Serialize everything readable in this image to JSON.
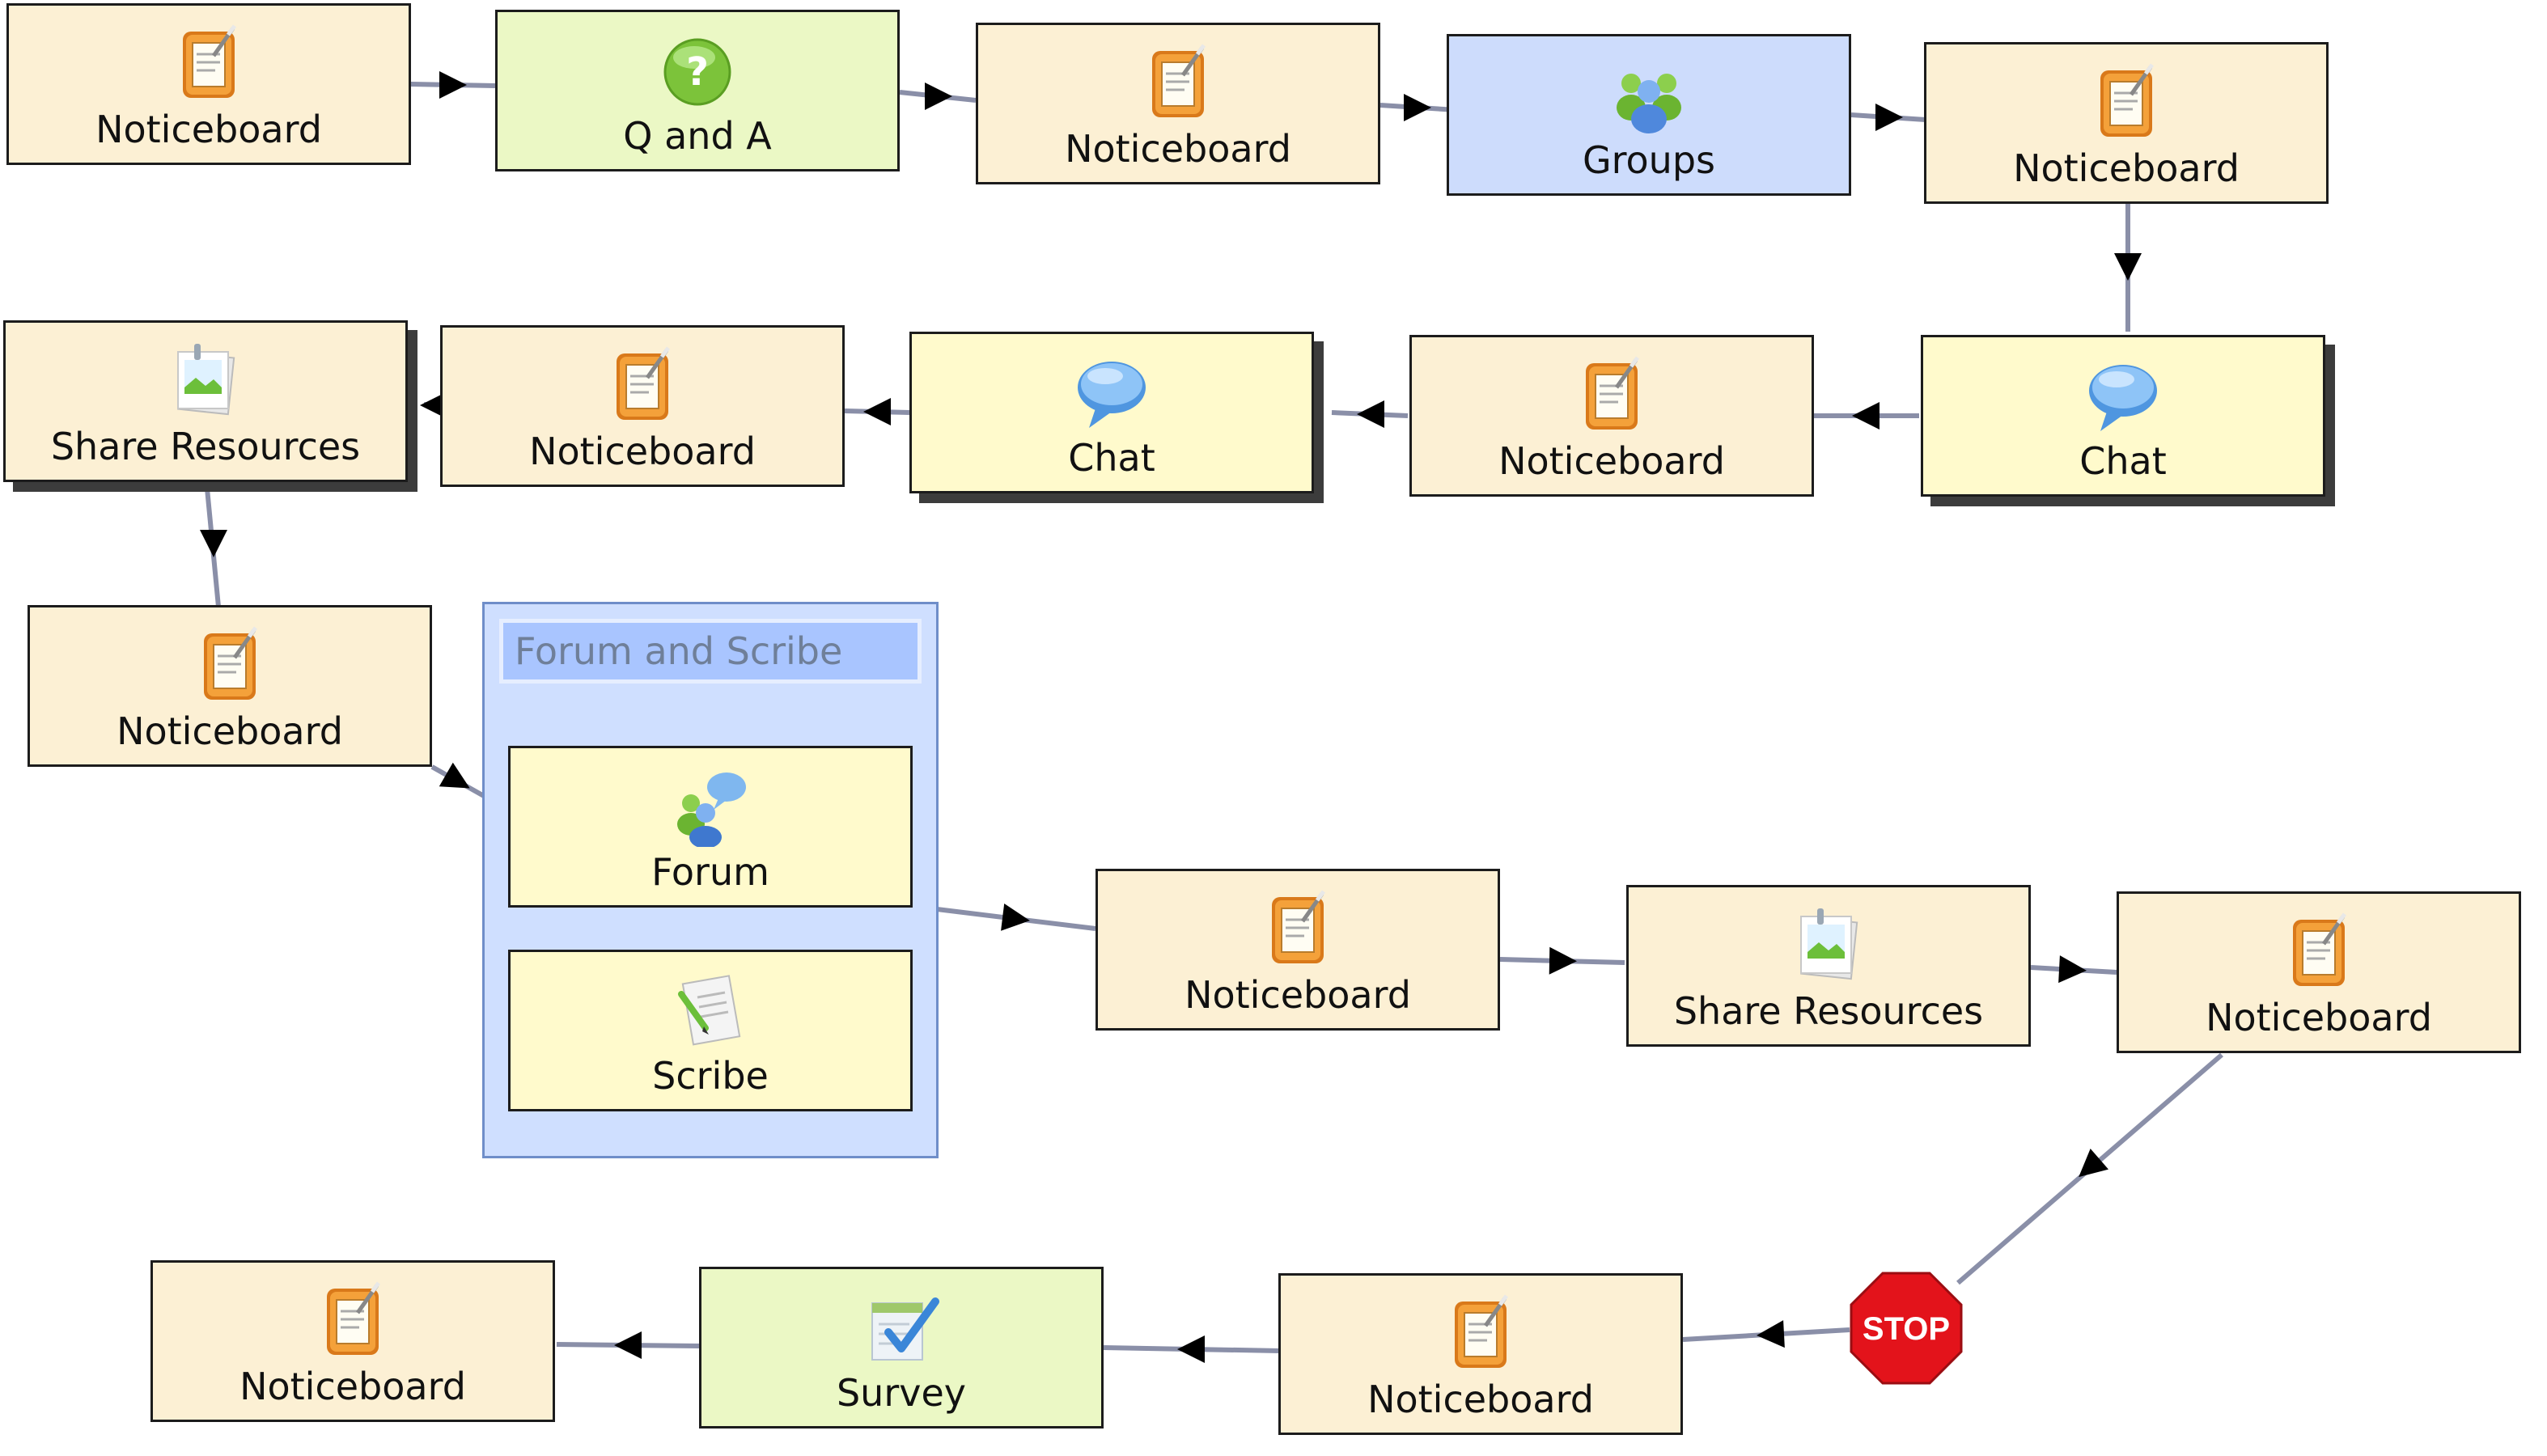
{
  "colors": {
    "noticeboard_fill": "#fcf0d4",
    "qa_fill": "#ebf8c5",
    "groups_fill": "#cddcfc",
    "chat_fill": "#fffacc",
    "share_fill": "#fcf0d4",
    "forum_fill": "#fffacc",
    "survey_fill": "#ebf8c5",
    "group_fill": "#cfdfff",
    "connector": "#8a8fa8",
    "arrow": "#000000",
    "stop": "#e3131b"
  },
  "nodes": [
    {
      "id": "n1",
      "label": "Noticeboard",
      "icon": "noticeboard-icon",
      "kind": "noticeboard"
    },
    {
      "id": "n2",
      "label": "Q and A",
      "icon": "question-icon",
      "kind": "qa"
    },
    {
      "id": "n3",
      "label": "Noticeboard",
      "icon": "noticeboard-icon",
      "kind": "noticeboard"
    },
    {
      "id": "n4",
      "label": "Groups",
      "icon": "groups-icon",
      "kind": "groups"
    },
    {
      "id": "n5",
      "label": "Noticeboard",
      "icon": "noticeboard-icon",
      "kind": "noticeboard"
    },
    {
      "id": "n6",
      "label": "Chat",
      "icon": "chat-icon",
      "kind": "chat"
    },
    {
      "id": "n7",
      "label": "Noticeboard",
      "icon": "noticeboard-icon",
      "kind": "noticeboard"
    },
    {
      "id": "n8",
      "label": "Chat",
      "icon": "chat-icon",
      "kind": "chat"
    },
    {
      "id": "n9",
      "label": "Noticeboard",
      "icon": "noticeboard-icon",
      "kind": "noticeboard"
    },
    {
      "id": "n10",
      "label": "Share Resources",
      "icon": "share-resources-icon",
      "kind": "share"
    },
    {
      "id": "n11",
      "label": "Noticeboard",
      "icon": "noticeboard-icon",
      "kind": "noticeboard"
    },
    {
      "id": "n12",
      "label": "Forum",
      "icon": "forum-icon",
      "kind": "forum"
    },
    {
      "id": "n13",
      "label": "Scribe",
      "icon": "scribe-icon",
      "kind": "forum"
    },
    {
      "id": "n14",
      "label": "Noticeboard",
      "icon": "noticeboard-icon",
      "kind": "noticeboard"
    },
    {
      "id": "n15",
      "label": "Share Resources",
      "icon": "share-resources-icon",
      "kind": "share"
    },
    {
      "id": "n16",
      "label": "Noticeboard",
      "icon": "noticeboard-icon",
      "kind": "noticeboard"
    },
    {
      "id": "n17",
      "label": "Noticeboard",
      "icon": "noticeboard-icon",
      "kind": "noticeboard"
    },
    {
      "id": "n18",
      "label": "Survey",
      "icon": "survey-icon",
      "kind": "survey"
    },
    {
      "id": "n19",
      "label": "Noticeboard",
      "icon": "noticeboard-icon",
      "kind": "noticeboard"
    }
  ],
  "group": {
    "title": "Forum and Scribe"
  },
  "stop": {
    "label": "STOP"
  }
}
